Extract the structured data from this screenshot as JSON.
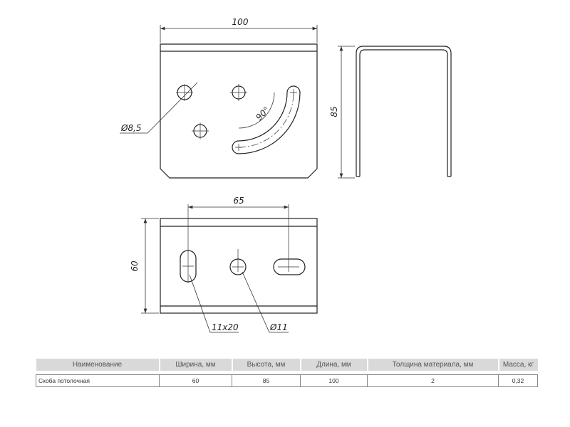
{
  "drawing": {
    "dim_length": "100",
    "dim_height": "85",
    "dim_hole_spacing": "65",
    "dim_width": "60",
    "hole_small": "Ø8,5",
    "slot_angle": "90°",
    "slot_size": "11x20",
    "hole_large": "Ø11"
  },
  "table": {
    "headers": [
      "Наименование",
      "Ширина, мм",
      "Высота, мм",
      "Длина, мм",
      "Толщина материала, мм",
      "Масса, кг"
    ],
    "rows": [
      [
        "Скоба потолочная",
        "60",
        "85",
        "100",
        "2",
        "0,32"
      ]
    ]
  }
}
